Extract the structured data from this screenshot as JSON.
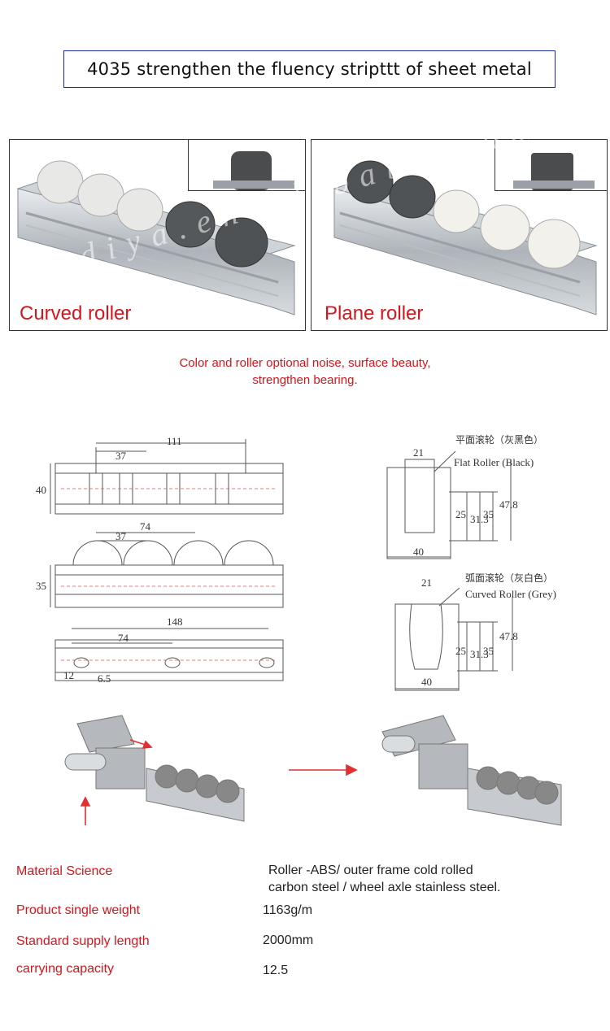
{
  "header": {
    "title": "4035 strengthen the fluency stripttt of sheet metal"
  },
  "photos": [
    {
      "label": "Curved roller"
    },
    {
      "label": "Plane roller"
    }
  ],
  "watermark": "nbdiya.en.alibaba.com",
  "note": {
    "line1": "Color and roller optional noise, surface beauty,",
    "line2": "strengthen bearing."
  },
  "drawing": {
    "top_view": {
      "dim_total": "111",
      "dim_pitch": "37",
      "dim_height": "40"
    },
    "side_view": {
      "dim_pitch": "37",
      "dim_double": "74",
      "dim_height": "35"
    },
    "bottom_view": {
      "dim_total": "148",
      "dim_slot": "74",
      "dim_end": "12",
      "dim_hole": "6.5"
    },
    "flat_section": {
      "name_cn": "平面滚轮（灰黑色）",
      "name_en": "Flat Roller (Black)",
      "dim_w": "21",
      "dim_base": "40",
      "d1": "25",
      "d2": "31.3",
      "d3": "35",
      "d4": "47.8"
    },
    "curved_section": {
      "name_cn": "弧面滚轮（灰白色）",
      "name_en": "Curved Roller (Grey)",
      "dim_w": "21",
      "dim_base": "40",
      "d1": "25",
      "d2": "31.3",
      "d3": "35",
      "d4": "47.8"
    }
  },
  "specs": [
    {
      "label": "Material Science",
      "value1": "Roller -ABS/ outer frame cold rolled",
      "value2": "carbon steel / wheel axle stainless steel."
    },
    {
      "label": "Product single weight",
      "value1": "1163g/m"
    },
    {
      "label": "Standard supply length",
      "value1": "2000mm"
    },
    {
      "label": "carrying capacity",
      "value1": "12.5"
    }
  ]
}
